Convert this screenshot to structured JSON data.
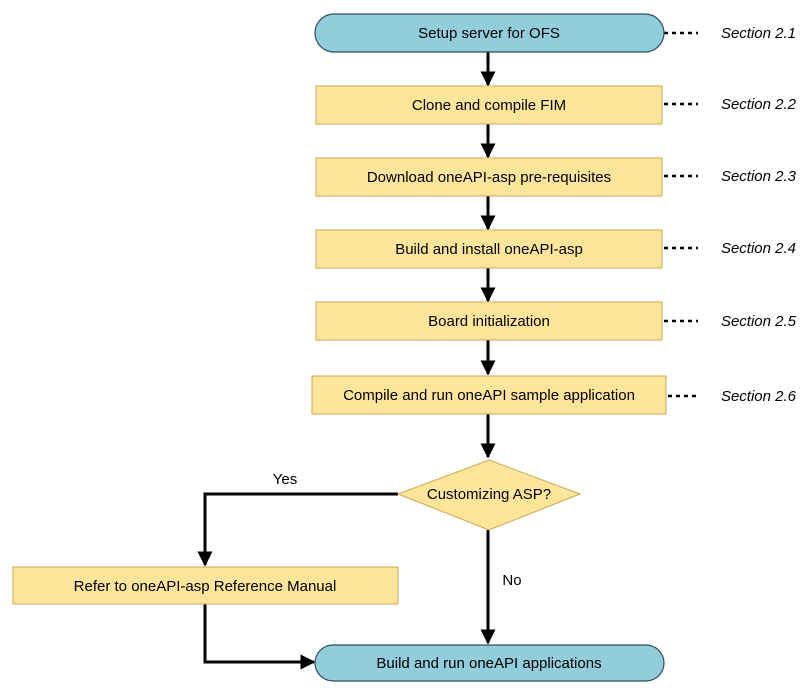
{
  "colors": {
    "terminal_fill": "#92cddc",
    "process_fill": "#ffe599",
    "decision_fill": "#ffe599",
    "stroke": "#000000",
    "process_stroke": "#c9a94b",
    "terminal_stroke": "#2f4f5a"
  },
  "steps": [
    {
      "id": "setup",
      "label": "Setup server for OFS",
      "section": "Section 2.1"
    },
    {
      "id": "clone",
      "label": "Clone and compile FIM",
      "section": "Section 2.2"
    },
    {
      "id": "download",
      "label": "Download oneAPI-asp pre-requisites",
      "section": "Section 2.3"
    },
    {
      "id": "build",
      "label": "Build and install oneAPI-asp",
      "section": "Section 2.4"
    },
    {
      "id": "init",
      "label": "Board initialization",
      "section": "Section 2.5"
    },
    {
      "id": "compile",
      "label": "Compile and run oneAPI sample application",
      "section": "Section 2.6"
    }
  ],
  "decision": {
    "label": "Customizing ASP?",
    "yes_label": "Yes",
    "no_label": "No"
  },
  "refer": {
    "label": "Refer to oneAPI-asp Reference Manual"
  },
  "final": {
    "label": "Build and run oneAPI applications"
  }
}
